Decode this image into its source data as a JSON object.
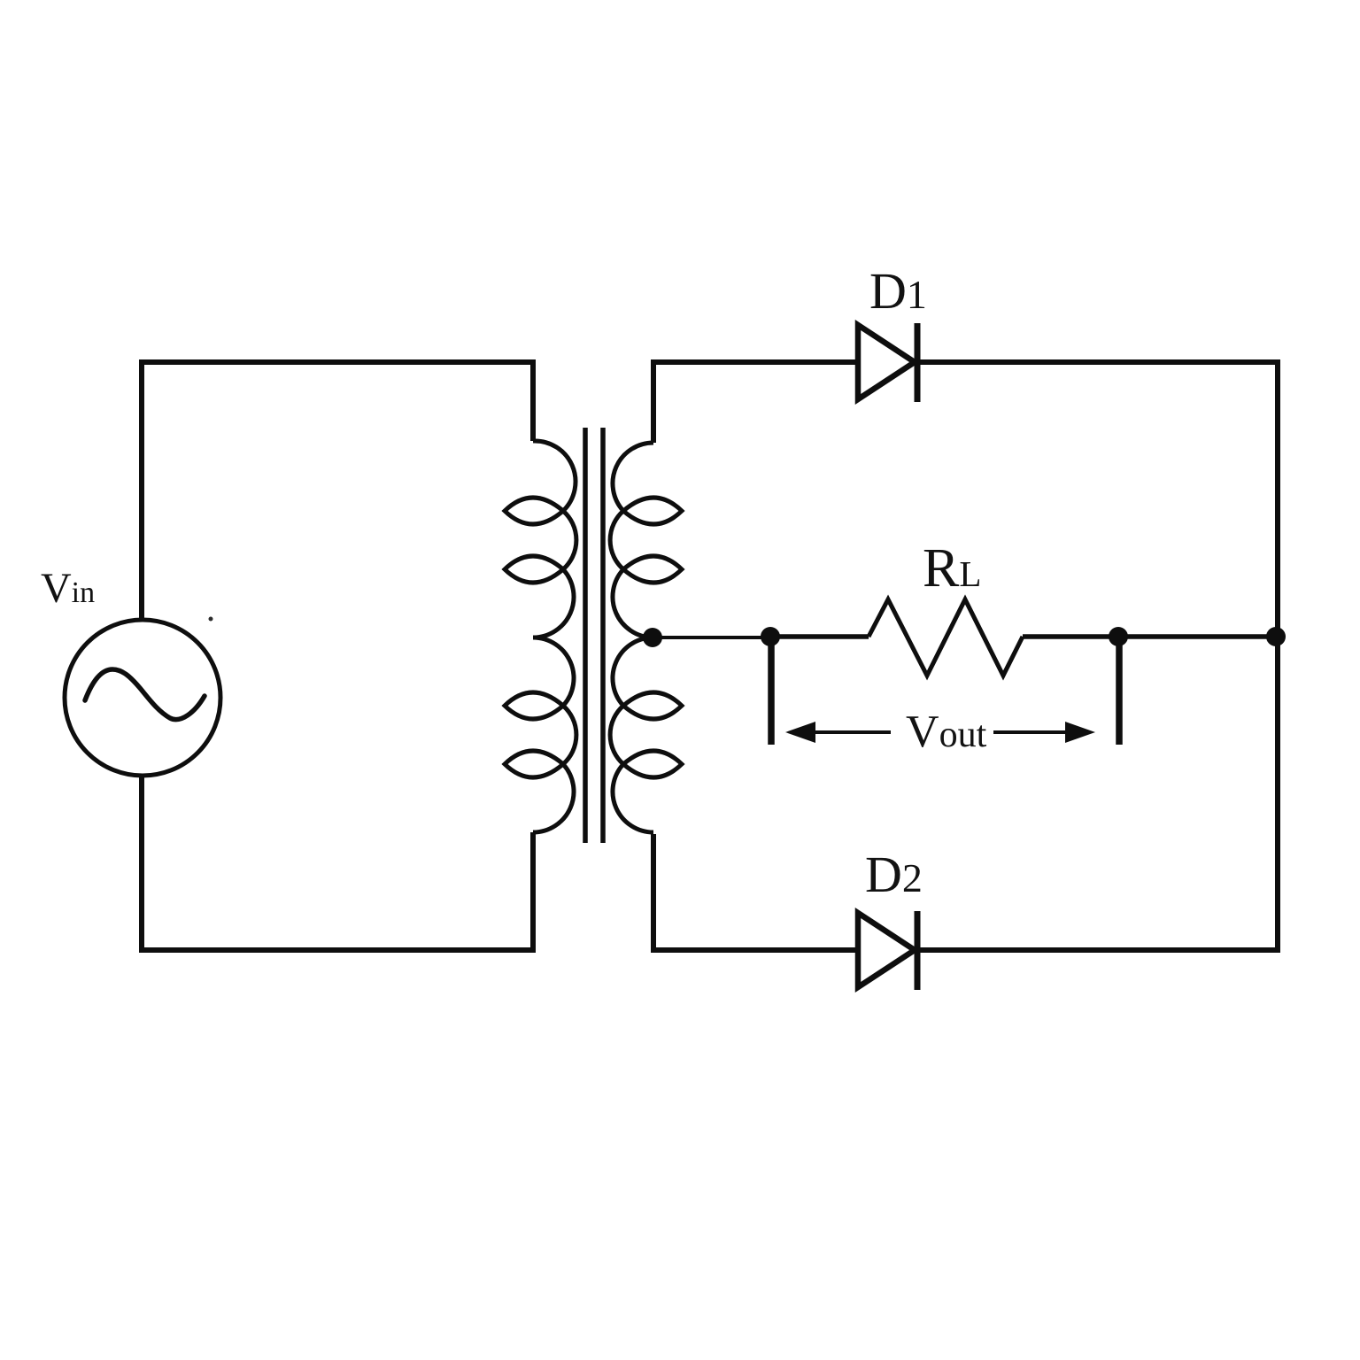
{
  "colors": {
    "background": "#ffffff",
    "ink": "#0e0e0e"
  },
  "labels": {
    "vin": {
      "main": "V",
      "sub": "in"
    },
    "d1": {
      "main": "D",
      "sub": "1"
    },
    "rl": {
      "main": "R",
      "sub": "L"
    },
    "vout": {
      "main": "V",
      "sub": "out"
    },
    "d2": {
      "main": "D",
      "sub": "2"
    }
  }
}
